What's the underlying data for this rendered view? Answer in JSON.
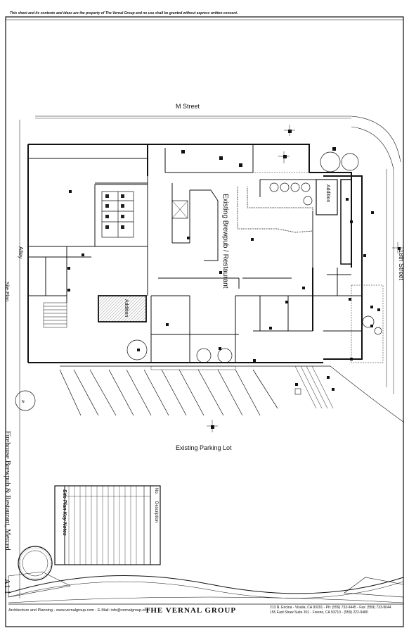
{
  "disclaimer": "This sheet and its contents and ideas are the property of The Vernal Group and no use shall be granted without express written consent.",
  "streets": {
    "m_street": "M Street",
    "eighteenth_street": "18th Street",
    "alley": "Alley",
    "parking": "Existing Parking Lot"
  },
  "rooms": {
    "main": "Existing Brewpub / Restaurant",
    "addition_left": "Addition",
    "addition_right": "Addition"
  },
  "sheet": {
    "project_title": "Firehouse Brewpub & Restaurant, Merced",
    "view_title": "Site Plan",
    "sheet_number": "A1.1"
  },
  "key_notes": {
    "title": "Site Plan Key Notes",
    "col_no": "No.",
    "col_desc": "Description",
    "rows": 14
  },
  "footer": {
    "left": "Architecture and Planning - www.vernalgroup.com - E-Mail: info@vernalgroup.com",
    "brand": "THE VERNAL GROUP",
    "addr1": "213 N. Encina  -  Visalia, CA 93291  -  Ph: (559) 733-9445  -  Fax: (559) 733-9044",
    "addr2": "155 East Shaw Suite 301  -  Fresno, CA 93710  -  (559) 222-9480"
  },
  "colors": {
    "line": "#111111",
    "fill_dark": "#222222",
    "hatch": "#555555"
  }
}
